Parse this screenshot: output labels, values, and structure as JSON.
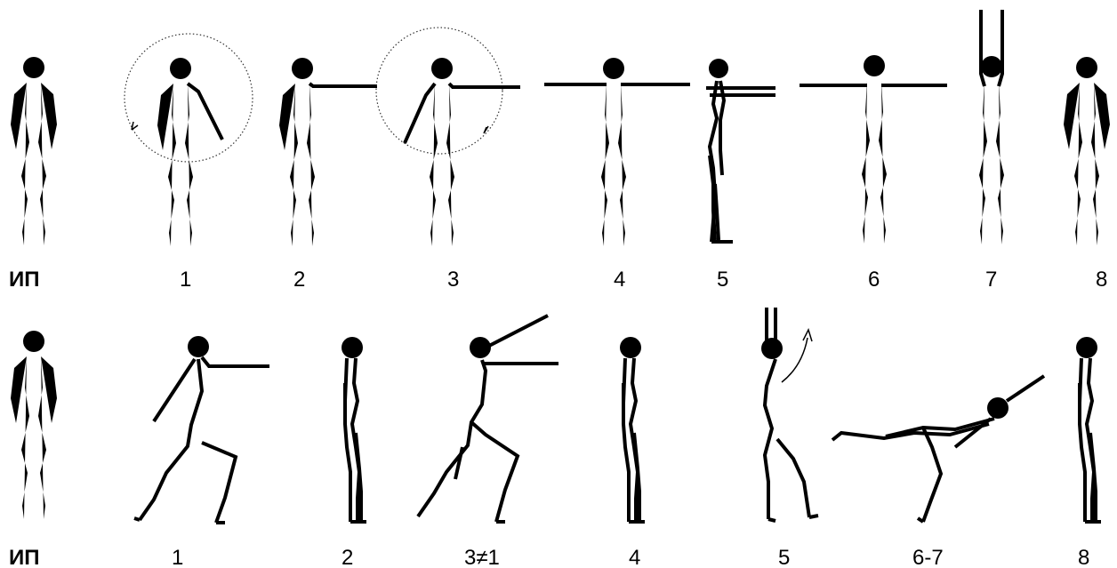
{
  "rows": [
    {
      "labels": [
        "ИП",
        "1",
        "2",
        "3",
        "4",
        "5",
        "6",
        "7",
        "8"
      ]
    },
    {
      "labels": [
        "ИП",
        "1",
        "2",
        "3≠1",
        "4",
        "5",
        "6-7",
        "8"
      ]
    }
  ]
}
